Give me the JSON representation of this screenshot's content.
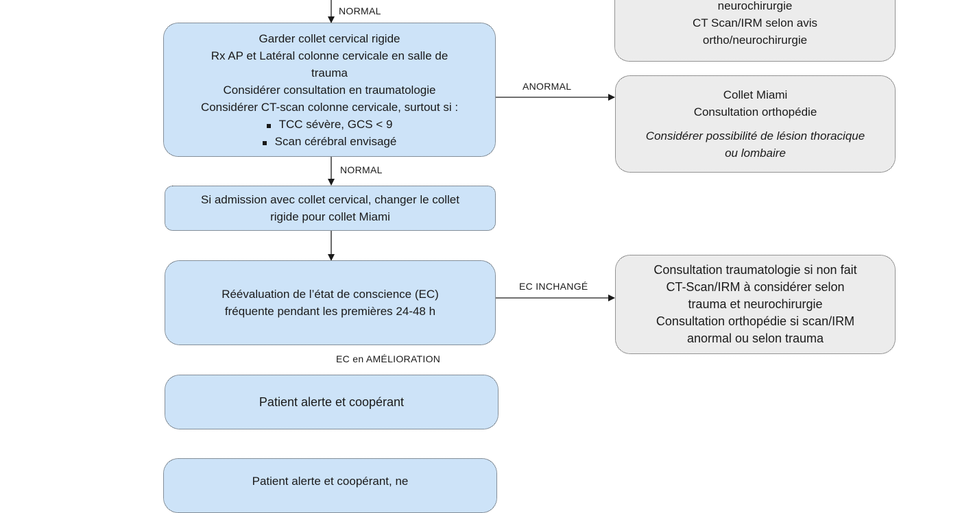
{
  "edges": {
    "normal_top": "NORMAL",
    "anormal": "ANORMAL",
    "normal_mid": "NORMAL",
    "ec_unchanged": "EC INCHANGÉ",
    "ec_improving": "EC en AMÉLIORATION"
  },
  "box_top_right": {
    "line1": "neurochirurgie",
    "line2": "CT Scan/IRM selon avis",
    "line3": "ortho/neurochirurgie"
  },
  "box_collar": {
    "line1": "Garder collet cervical rigide",
    "line2": "Rx AP et Latéral colonne cervicale en salle de",
    "line3": "trauma",
    "line4": "Considérer consultation en traumatologie",
    "line5": "Considérer CT-scan colonne cervicale, surtout si :",
    "bullet1": "TCC sévère, GCS < 9",
    "bullet2": "Scan cérébral envisagé"
  },
  "box_miami": {
    "line1": "Collet Miami",
    "line2": "Consultation orthopédie",
    "note1": "Considérer possibilité de lésion thoracique",
    "note2": "ou lombaire"
  },
  "box_admission": {
    "line1": "Si admission avec collet cervical, changer le collet",
    "line2": "rigide pour collet Miami"
  },
  "box_reeval": {
    "line1": "Réévaluation de l’état de conscience (EC)",
    "line2": "fréquente pendant les premières 24-48 h"
  },
  "box_unchanged": {
    "line1": "Consultation traumatologie si non fait",
    "line2": "CT-Scan/IRM à considérer selon",
    "line3": "trauma et neurochirurgie",
    "line4": "Consultation orthopédie  si scan/IRM",
    "line5": "anormal ou selon trauma"
  },
  "box_alert": {
    "line1": "Patient alerte et coopérant"
  },
  "box_bottom": {
    "line1": "Patient alerte et coopérant, ne"
  },
  "colors": {
    "blue_fill": "#cde3f8",
    "gray_fill": "#ececec",
    "stroke": "#3a3a3a"
  }
}
